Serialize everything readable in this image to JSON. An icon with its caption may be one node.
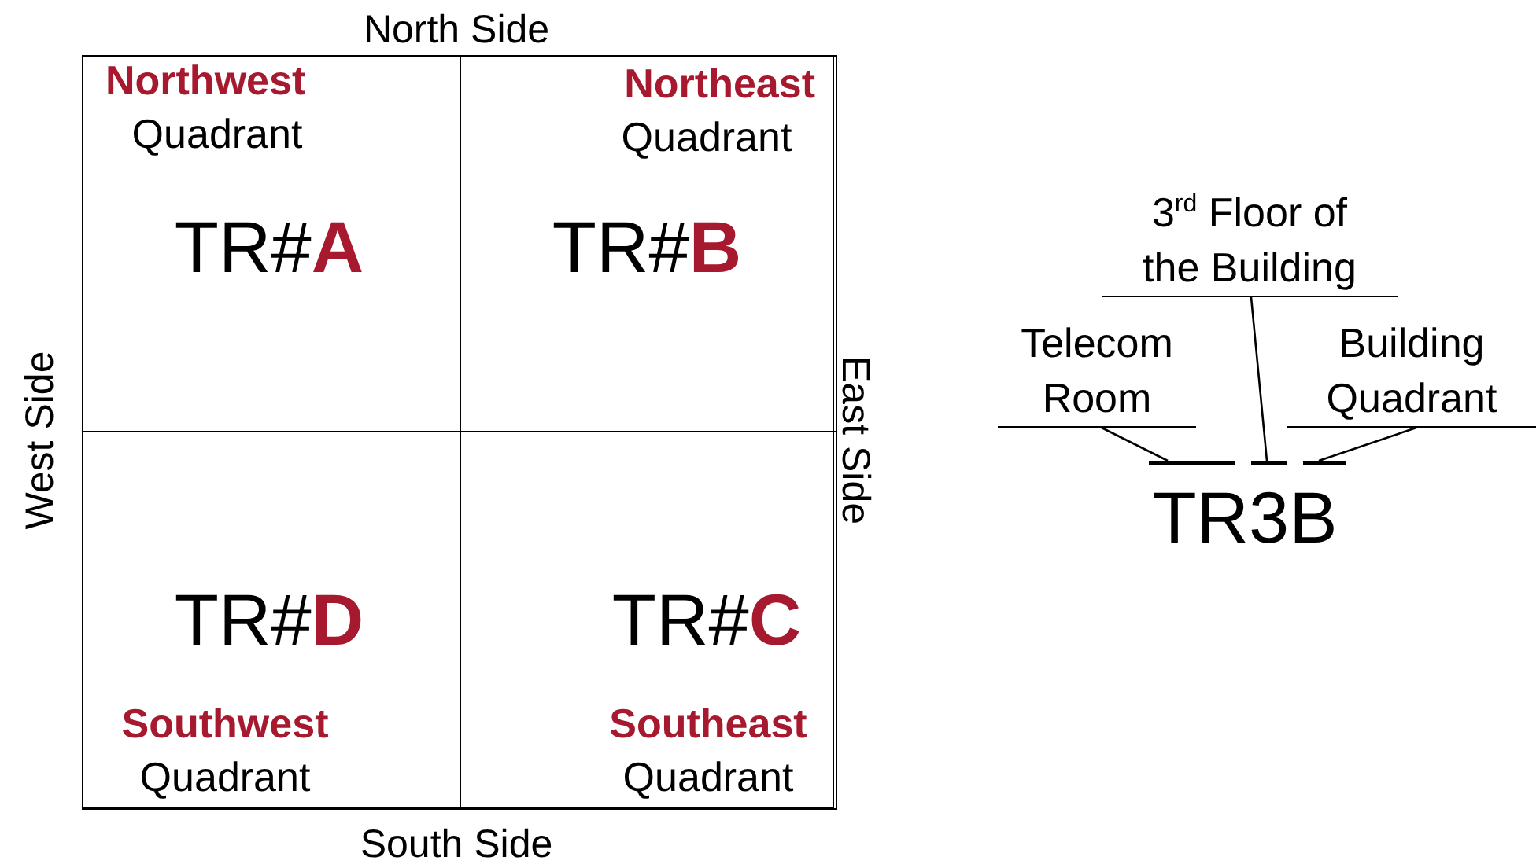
{
  "diagram": {
    "nodes": [
      {
        "text": [],
        "shape": "box"
      },
      {
        "text": [
          "Northwest",
          "Quadrant",
          "TR#**A**"
        ],
        "in": 0
      },
      {
        "text": [
          "Northeast",
          "Quadrant",
          "TR#**B**"
        ],
        "in": 0
      },
      {
        "text": [
          "TR#**D**",
          "Southwest",
          "Quadrant"
        ],
        "in": 0
      },
      {
        "text": [
          "TR#**C**",
          "Southeast",
          "Quadrant"
        ],
        "in": 0
      },
      {
        "text": [
          "3$^{rd}$ Floor of the Building"
        ]
      },
      {
        "text": [
          "Telecom Room"
        ]
      },
      {
        "text": [
          "Building Quadrant"
        ]
      },
      {
        "text": [],
        "shape": "bar"
      },
      {
        "text": [],
        "shape": "bar"
      },
      {
        "text": [],
        "shape": "bar"
      }
    ],
    "edges": [
      {
        "from": 6,
        "to": 8,
        "arrow": "none"
      },
      {
        "from": 5,
        "to": 9,
        "arrow": "none"
      },
      {
        "from": 7,
        "to": 10,
        "arrow": "none"
      }
    ],
    "labels": [
      "North Side",
      "West Side",
      "East Side",
      "South Side",
      "TR3B"
    ]
  }
}
